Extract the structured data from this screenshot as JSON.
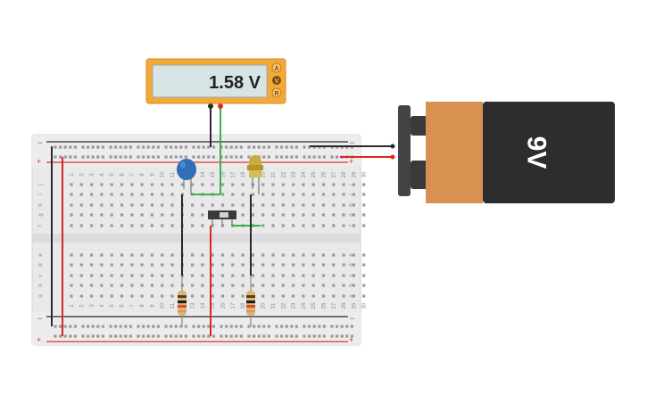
{
  "multimeter": {
    "reading": "1.58 V",
    "mode_buttons": [
      "A",
      "V",
      "R"
    ],
    "active_mode": "V",
    "body_color": "#f3a93a",
    "display_color": "#d7e4e6"
  },
  "battery": {
    "label": "9V",
    "top_color": "#d99152",
    "body_color": "#2d2d2d"
  },
  "breadboard": {
    "columns": [
      "1",
      "2",
      "3",
      "4",
      "5",
      "6",
      "7",
      "8",
      "9",
      "10",
      "11",
      "12",
      "13",
      "14",
      "15",
      "16",
      "17",
      "18",
      "19",
      "20",
      "21",
      "22",
      "23",
      "24",
      "25",
      "26",
      "27",
      "28",
      "29",
      "30"
    ],
    "rows_top": [
      "j",
      "i",
      "h",
      "g",
      "f"
    ],
    "rows_bottom": [
      "e",
      "d",
      "c",
      "b",
      "a"
    ],
    "rail_minus": "−",
    "rail_plus": "+"
  },
  "components": {
    "capacitor_color": "#2f6fb7",
    "led_color": "#c9ad3a",
    "switch_color": "#3a3a3a"
  },
  "wire_colors": {
    "red": "#e02424",
    "black": "#2a2a2a",
    "green": "#38b44a"
  }
}
